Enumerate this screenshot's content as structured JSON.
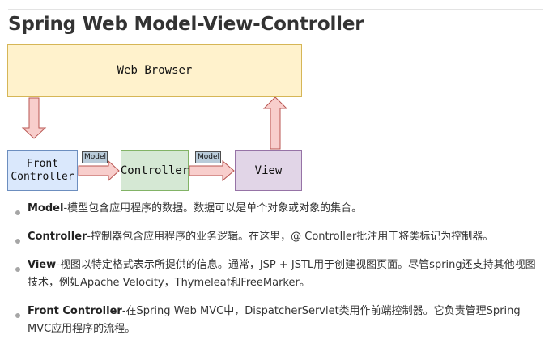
{
  "page": {
    "title": "Spring Web Model-View-Controller"
  },
  "diagram": {
    "browser_label": "Web Browser",
    "front_controller_line1": "Front",
    "front_controller_line2": "Controller",
    "controller_label": "Controller",
    "view_label": "View",
    "model_tag_1": "Model",
    "model_tag_2": "Model",
    "colors": {
      "browser_fill": "#fff2cc",
      "front_fill": "#dae8fc",
      "controller_fill": "#d5e8d4",
      "view_fill": "#e1d5e7",
      "arrow_fill": "#f8cecc",
      "arrow_stroke": "#b85450"
    }
  },
  "bullets": [
    {
      "term": "Model",
      "text": "-模型包含应用程序的数据。数据可以是单个对象或对象的集合。"
    },
    {
      "term": "Controller",
      "text": "-控制器包含应用程序的业务逻辑。在这里，@ Controller批注用于将类标记为控制器。"
    },
    {
      "term": "View",
      "text": "-视图以特定格式表示所提供的信息。通常，JSP + JSTL用于创建视图页面。尽管spring还支持其他视图技术，例如Apache Velocity，Thymeleaf和FreeMarker。"
    },
    {
      "term": "Front Controller",
      "text": "-在Spring Web MVC中，DispatcherServlet类用作前端控制器。它负责管理Spring MVC应用程序的流程。"
    }
  ]
}
